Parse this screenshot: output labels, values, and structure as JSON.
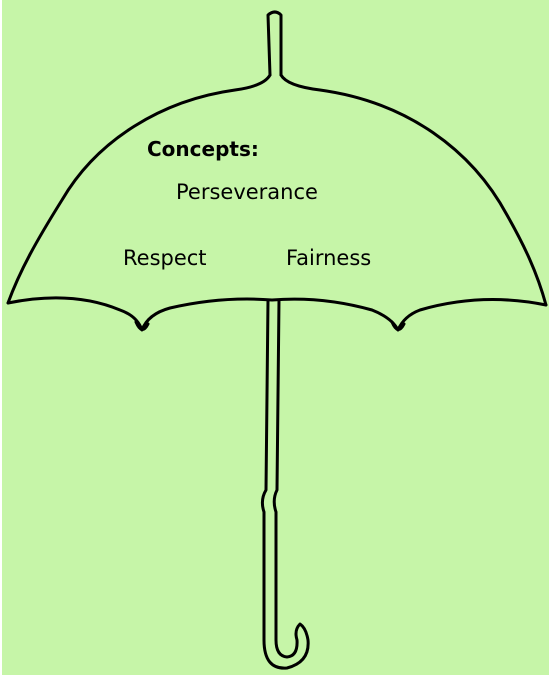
{
  "diagram": {
    "heading": "Concepts:",
    "concepts": [
      {
        "label": "Perseverance"
      },
      {
        "label": "Respect"
      },
      {
        "label": "Fairness"
      }
    ]
  },
  "colors": {
    "background": "#c6f5a8",
    "outline": "#000000",
    "page": "#ffffff"
  },
  "icons": {
    "main": "umbrella-icon"
  }
}
